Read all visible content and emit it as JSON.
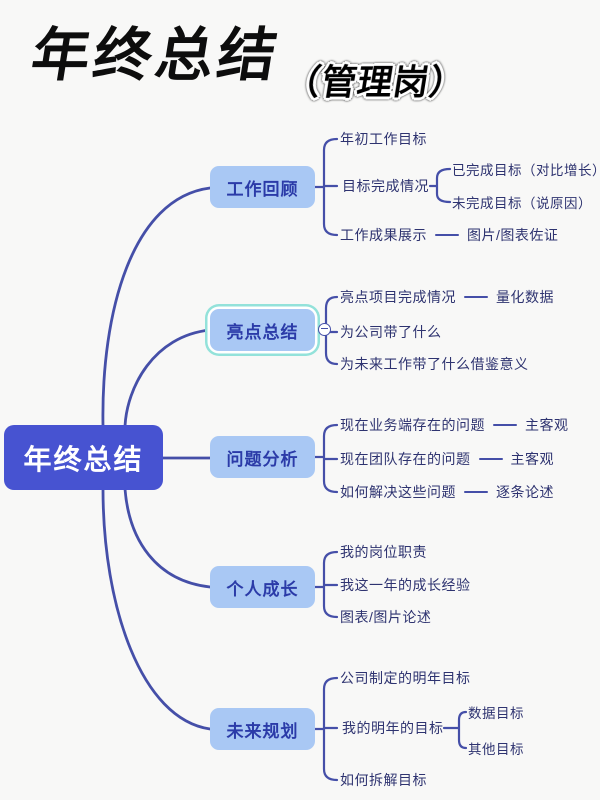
{
  "title": {
    "main": "年终总结",
    "suffix": "（管理岗）"
  },
  "root": {
    "label": "年终总结"
  },
  "branches": [
    {
      "label": "工作回顾",
      "children": [
        {
          "label": "年初工作目标"
        },
        {
          "label": "目标完成情况",
          "children": [
            {
              "label": "已完成目标（对比增长）"
            },
            {
              "label": "未完成目标（说原因）"
            }
          ]
        },
        {
          "label": "工作成果展示",
          "detail": "图片/图表佐证"
        }
      ]
    },
    {
      "label": "亮点总结",
      "selected": true,
      "toggle": "collapse-minus",
      "children": [
        {
          "label": "亮点项目完成情况",
          "detail": "量化数据"
        },
        {
          "label": "为公司带了什么"
        },
        {
          "label": "为未来工作带了什么借鉴意义"
        }
      ]
    },
    {
      "label": "问题分析",
      "children": [
        {
          "label": "现在业务端存在的问题",
          "detail": "主客观"
        },
        {
          "label": "现在团队存在的问题",
          "detail": "主客观"
        },
        {
          "label": "如何解决这些问题",
          "detail": "逐条论述"
        }
      ]
    },
    {
      "label": "个人成长",
      "children": [
        {
          "label": "我的岗位职责"
        },
        {
          "label": "我这一年的成长经验"
        },
        {
          "label": "图表/图片论述"
        }
      ]
    },
    {
      "label": "未来规划",
      "children": [
        {
          "label": "公司制定的明年目标"
        },
        {
          "label": "我的明年的目标",
          "children": [
            {
              "label": "数据目标"
            },
            {
              "label": "其他目标"
            }
          ]
        },
        {
          "label": "如何拆解目标"
        }
      ]
    }
  ],
  "colors": {
    "root_fill": "#4753d1",
    "root_text": "#ffffff",
    "branch_fill": "#a9c8f4",
    "branch_text": "#2b3ba8",
    "line": "#454fa8",
    "leaf_text": "#2e3370",
    "selection_ring": "#93e2da",
    "title_text": "#0d0d0d",
    "background": "#f8f8f7"
  }
}
